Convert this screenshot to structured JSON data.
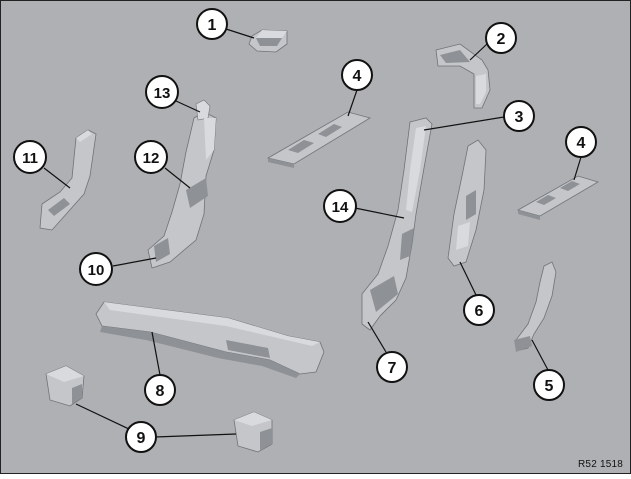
{
  "colors": {
    "background": "#aeb0b3",
    "part_fill": "#c4c6c9",
    "part_dark": "#8e9196",
    "part_light": "#d8dadd",
    "outline": "#6f7277",
    "leader": "#111111",
    "callout_fill": "#ffffff",
    "callout_stroke": "#111111"
  },
  "callouts": [
    {
      "label": "1"
    },
    {
      "label": "2"
    },
    {
      "label": "3"
    },
    {
      "label": "4"
    },
    {
      "label": "4"
    },
    {
      "label": "5"
    },
    {
      "label": "6"
    },
    {
      "label": "7"
    },
    {
      "label": "8"
    },
    {
      "label": "9"
    },
    {
      "label": "10"
    },
    {
      "label": "11"
    },
    {
      "label": "12"
    },
    {
      "label": "13"
    },
    {
      "label": "14"
    }
  ],
  "reference_code": "R52 1518"
}
